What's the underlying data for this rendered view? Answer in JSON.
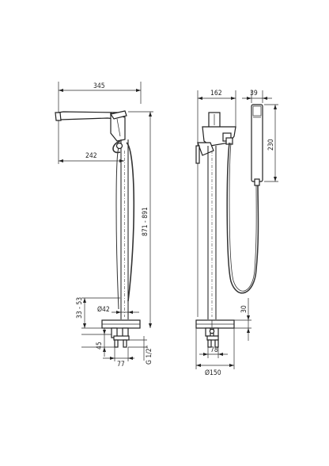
{
  "colors": {
    "line": "#2a2a2a",
    "background": "#ffffff",
    "hose": "#333333"
  },
  "side_view": {
    "dim_width": "345",
    "dim_spout": "242",
    "dim_height": "871 - 891",
    "dim_pipe": "Ø42",
    "dim_adjust": "33 - 53",
    "dim_foot": "45",
    "dim_base": "77",
    "dim_thread": "G 1/2\""
  },
  "front_view": {
    "dim_width": "162",
    "dim_handshower_width": "39",
    "dim_handshower_length": "230",
    "dim_plate_height": "30",
    "dim_feet": "78",
    "dim_plate_diameter": "Ø150"
  }
}
